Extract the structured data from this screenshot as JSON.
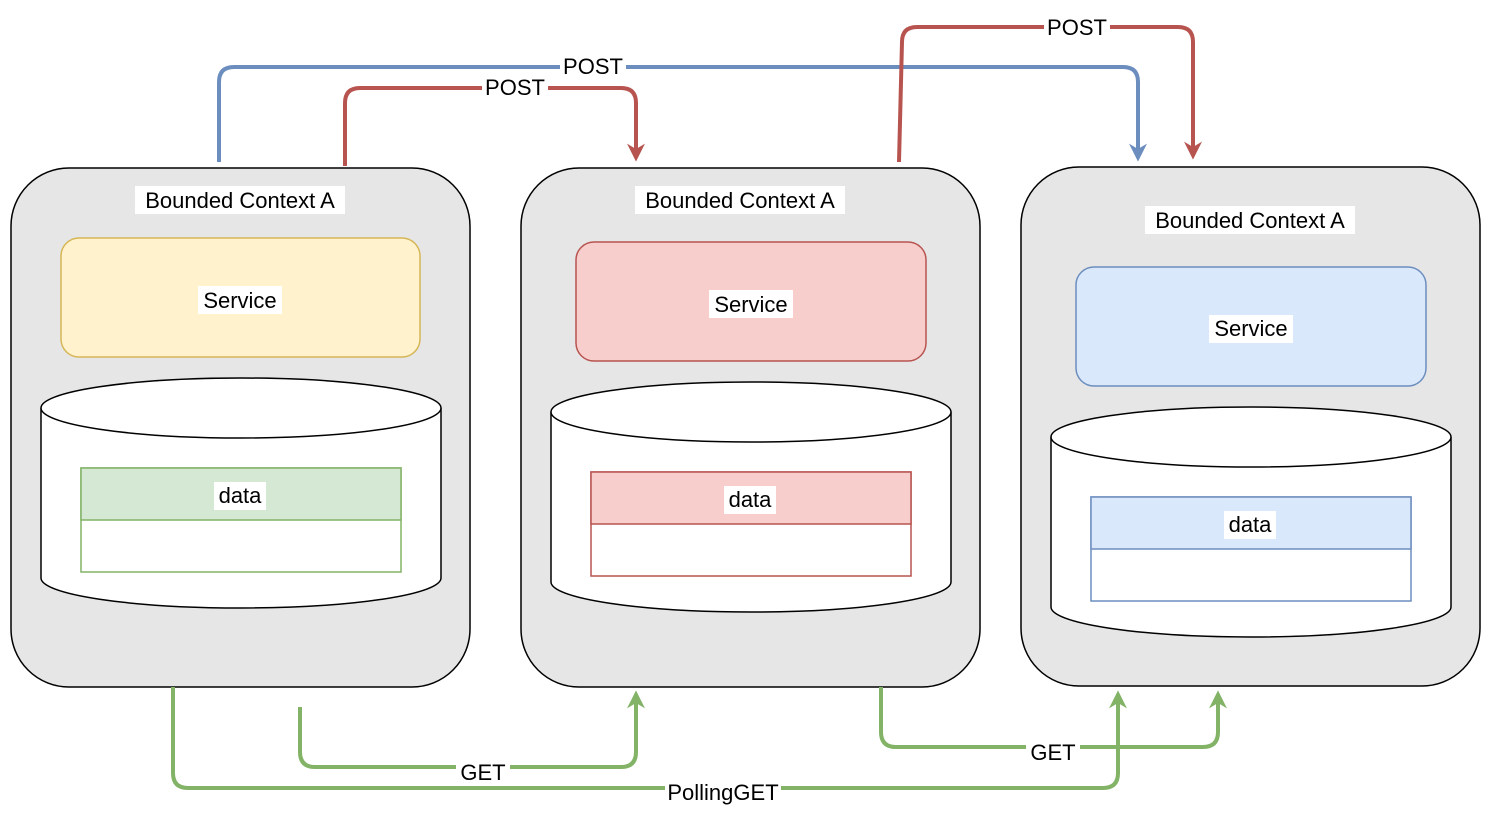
{
  "colors": {
    "context_fill": "#e6e6e6",
    "context_stroke": "#000000",
    "yellow_fill": "#fff2cc",
    "yellow_stroke": "#d6b656",
    "red_fill": "#f8cecc",
    "red_stroke": "#b85450",
    "blue_fill": "#dae8fc",
    "blue_stroke": "#6c8ebf",
    "green_fill": "#d5e8d4",
    "green_stroke": "#82b366",
    "blue_edge": "#6c8ebf",
    "red_edge": "#b85450",
    "green_edge": "#82b366"
  },
  "contexts": [
    {
      "title": "Bounded Context A",
      "service_label": "Service",
      "data_label": "data",
      "service_theme": "yellow",
      "data_theme": "green"
    },
    {
      "title": "Bounded Context A",
      "service_label": "Service",
      "data_label": "data",
      "service_theme": "red",
      "data_theme": "red"
    },
    {
      "title": "Bounded Context A",
      "service_label": "Service",
      "data_label": "data",
      "service_theme": "blue",
      "data_theme": "blue"
    }
  ],
  "edges": [
    {
      "label": "POST",
      "color": "blue"
    },
    {
      "label": "POST",
      "color": "red"
    },
    {
      "label": "POST",
      "color": "red"
    },
    {
      "label": "GET",
      "color": "green"
    },
    {
      "label": "PollingGET",
      "color": "green"
    },
    {
      "label": "GET",
      "color": "green"
    }
  ]
}
